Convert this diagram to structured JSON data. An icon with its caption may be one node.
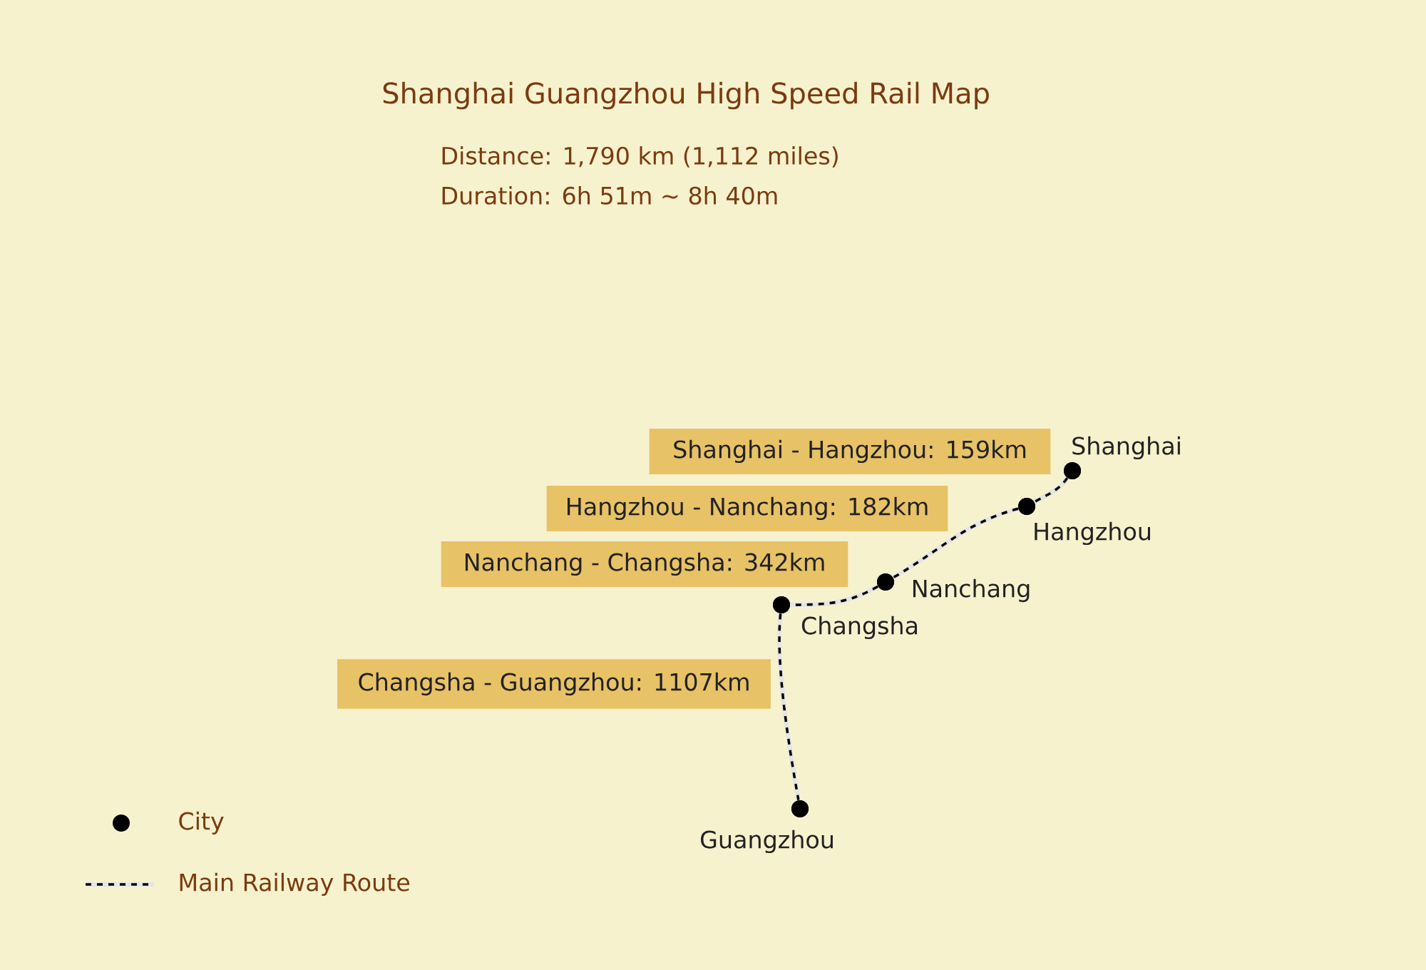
{
  "diagram": {
    "title": "Shanghai Guangzhou High Speed Rail Map",
    "nodes": [
      {
        "text": [
          "Shanghai - Hangzhou: 159km"
        ]
      },
      {
        "text": [
          "Hangzhou - Nanchang: 182km"
        ]
      },
      {
        "text": [
          "Nanchang - Changsha: 342km"
        ]
      },
      {
        "text": [
          "Changsha - Guangzhou: 1107km"
        ]
      },
      {
        "text": [],
        "shape": "circle",
        "beside": [
          "Shanghai"
        ]
      },
      {
        "text": [],
        "shape": "circle",
        "beside": [
          "Hangzhou"
        ]
      },
      {
        "text": [],
        "shape": "circle",
        "beside": [
          "Nanchang"
        ]
      },
      {
        "text": [],
        "shape": "circle",
        "beside": [
          "Changsha"
        ]
      },
      {
        "text": [],
        "shape": "circle",
        "beside": [
          "Guangzhou"
        ]
      }
    ],
    "edges": [
      {
        "from": 4,
        "to": 5,
        "arrow": "none"
      },
      {
        "from": 5,
        "to": 6,
        "arrow": "none"
      },
      {
        "from": 6,
        "to": 7,
        "arrow": "none"
      },
      {
        "from": 7,
        "to": 8,
        "arrow": "none"
      }
    ],
    "labels": [
      "Distance: 1,790 km (1,112 miles)",
      "Duration: 6h 51m ~ 8h 40m"
    ],
    "legend": [
      {
        "text": "City"
      },
      {
        "text": "Main Railway Route"
      }
    ]
  }
}
